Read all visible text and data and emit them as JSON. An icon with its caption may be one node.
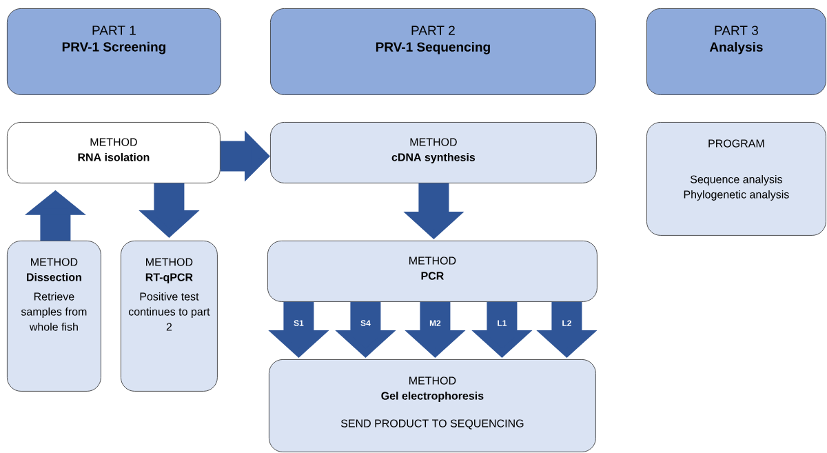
{
  "diagram": {
    "nodes": [
      {
        "text": [
          "PART 1",
          "PRV-1 Screening"
        ]
      },
      {
        "text": [
          "PART 2",
          "PRV-1 Sequencing"
        ]
      },
      {
        "text": [
          "PART 3",
          "Analysis"
        ]
      },
      {
        "text": [
          "METHOD",
          "RNA isolation"
        ]
      },
      {
        "text": [
          "METHOD",
          "cDNA synthesis"
        ]
      },
      {
        "text": [
          "PROGRAM",
          "Sequence analysis",
          "Phylogenetic analysis"
        ]
      },
      {
        "text": [
          "METHOD",
          "Dissection",
          "Retrieve samples from whole fish"
        ]
      },
      {
        "text": [
          "METHOD",
          "RT-qPCR",
          "Positive test continues to part 2"
        ]
      },
      {
        "text": [
          "METHOD",
          "PCR"
        ]
      },
      {
        "text": [
          "METHOD",
          "Gel electrophoresis",
          "SEND PRODUCT TO SEQUENCING"
        ]
      }
    ],
    "edges": [
      {
        "from": 6,
        "to": 3,
        "arrow": "to"
      },
      {
        "from": 3,
        "to": 7,
        "arrow": "to"
      },
      {
        "from": 3,
        "to": 4,
        "arrow": "to"
      },
      {
        "from": 4,
        "to": 8,
        "arrow": "to"
      },
      {
        "from": 8,
        "to": 9,
        "label": "S1",
        "arrow": "to"
      },
      {
        "from": 8,
        "to": 9,
        "label": "S4",
        "arrow": "to"
      },
      {
        "from": 8,
        "to": 9,
        "label": "M2",
        "arrow": "to"
      },
      {
        "from": 8,
        "to": 9,
        "label": "L1",
        "arrow": "to"
      },
      {
        "from": 8,
        "to": 9,
        "label": "L2",
        "arrow": "to"
      }
    ]
  }
}
